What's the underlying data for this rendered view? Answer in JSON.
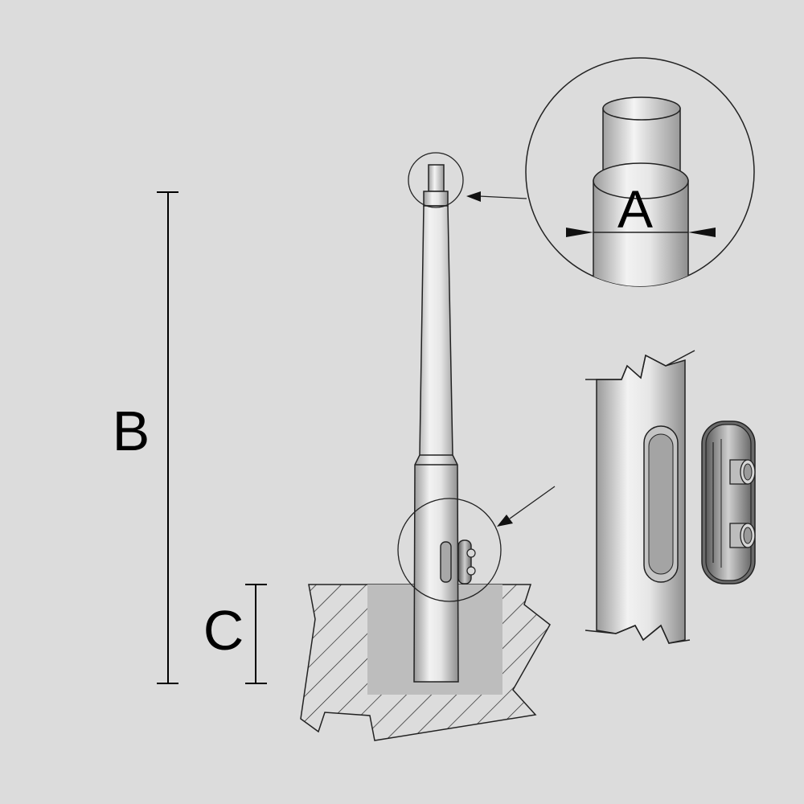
{
  "labels": {
    "a": "A",
    "b": "B",
    "c": "C"
  },
  "colors": {
    "background": "#dcdcdc",
    "pole_light": "#f4f4f4",
    "pole_mid": "#c9c9c9",
    "pole_dark": "#8c8c8c",
    "foundation": "#bdbdbd",
    "slot_fill": "#a4a4a4",
    "line": "#222222"
  },
  "icons": {
    "arrowhead": "filled-triangle"
  }
}
